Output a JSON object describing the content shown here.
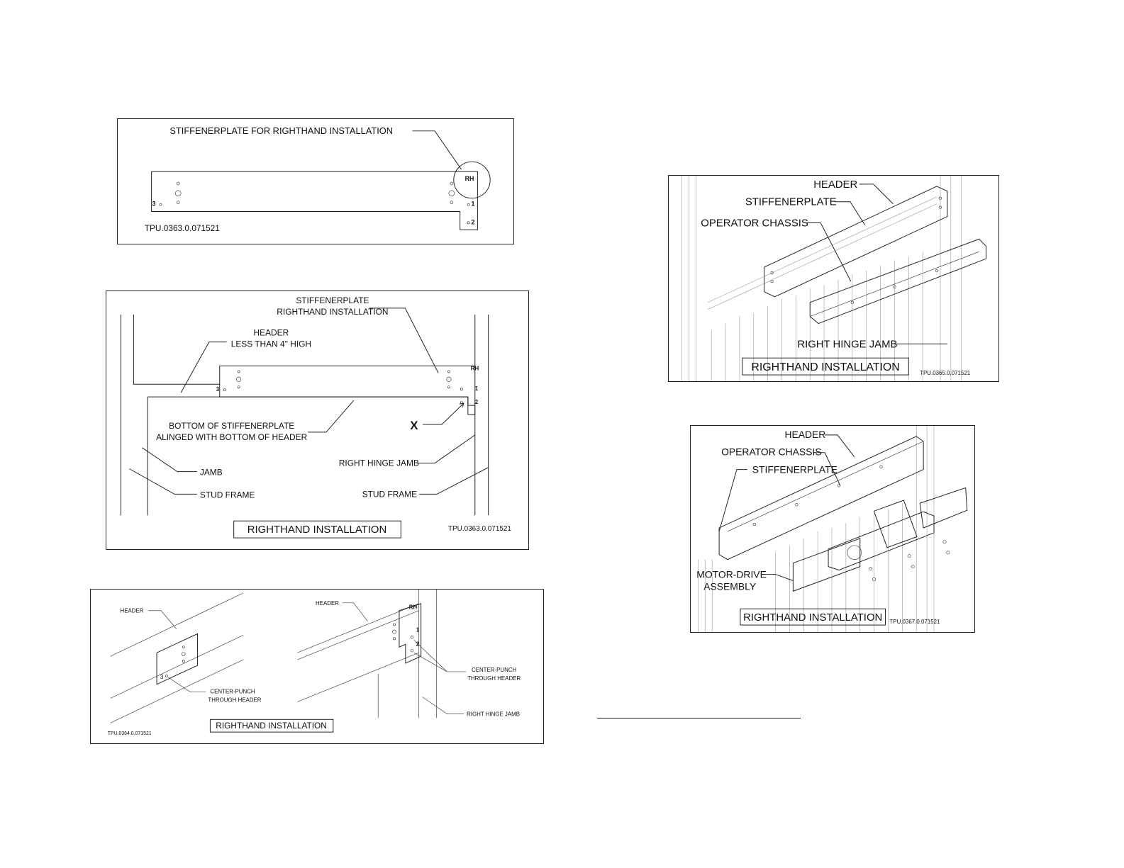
{
  "fig1": {
    "callout": "STIFFENERPLATE FOR RIGHTHAND INSTALLATION",
    "rh": "RH",
    "hole1": "1",
    "hole2": "2",
    "hole3": "3",
    "tpu": "TPU.0363.0.071521"
  },
  "fig2": {
    "stiffener_line1": "STIFFENERPLATE",
    "stiffener_line2": "RIGHTHAND INSTALLATION",
    "header_line1": "HEADER",
    "header_line2": "LESS THAN 4\" HIGH",
    "bottom_line1": "BOTTOM OF STIFFENERPLATE",
    "bottom_line2": "ALINGED WITH BOTTOM OF HEADER",
    "x_mark": "X",
    "jamb": "JAMB",
    "stud_left": "STUD FRAME",
    "right_hinge": "RIGHT HINGE JAMB",
    "stud_right": "STUD FRAME",
    "rh": "RH",
    "hole1": "1",
    "hole2": "2",
    "hole3": "3",
    "caption": "RIGHTHAND INSTALLATION",
    "tpu": "TPU.0363.0.071521"
  },
  "fig3": {
    "header_left": "HEADER",
    "header_right": "HEADER",
    "punch_left_1": "CENTER-PUNCH",
    "punch_left_2": "THROUGH HEADER",
    "punch_right_1": "CENTER-PUNCH",
    "punch_right_2": "THROUGH HEADER",
    "right_hinge": "RIGHT HINGE JAMB",
    "rh": "RH",
    "hole1": "1",
    "hole2": "2",
    "hole3": "3",
    "caption": "RIGHTHAND INSTALLATION",
    "tpu": "TPU.0364.0.071521"
  },
  "fig4": {
    "header": "HEADER",
    "stiffener": "STIFFENERPLATE",
    "chassis": "OPERATOR CHASSIS",
    "right_hinge": "RIGHT HINGE JAMB",
    "caption": "RIGHTHAND INSTALLATION",
    "tpu": "TPU.0365.0.071521"
  },
  "fig5": {
    "header": "HEADER",
    "chassis": "OPERATOR CHASSIS",
    "stiffener": "STIFFENERPLATE",
    "motor_line1": "MOTOR-DRIVE",
    "motor_line2": "ASSEMBLY",
    "caption": "RIGHTHAND INSTALLATION",
    "tpu": "TPU.0367.0.071521"
  }
}
